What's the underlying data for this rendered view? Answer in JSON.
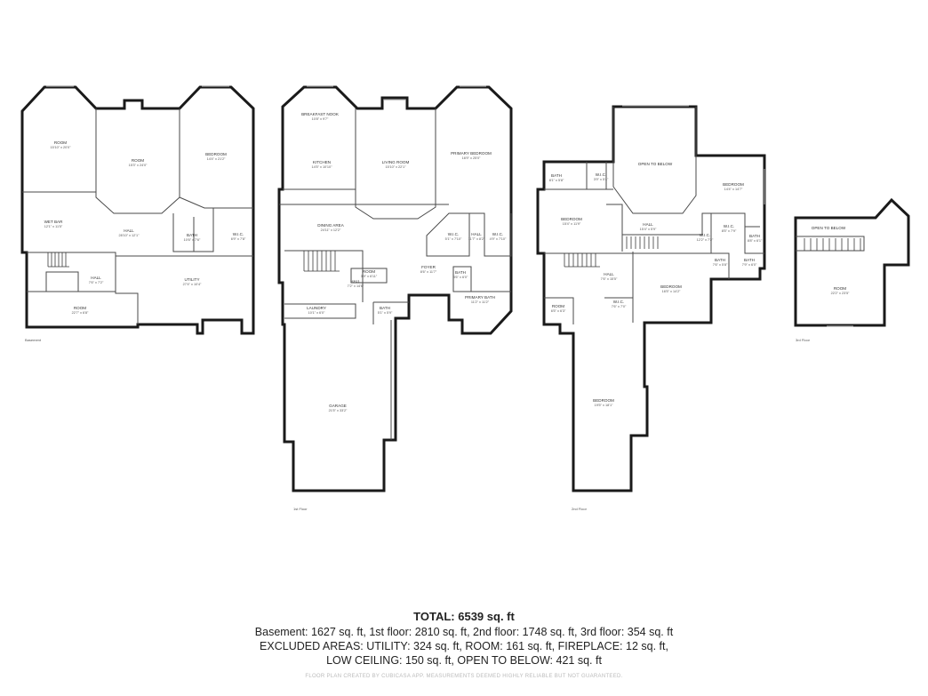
{
  "floors": [
    {
      "label": "Basement",
      "rooms": [
        {
          "name": "ROOM",
          "dims": "15'10\" x 20'0\""
        },
        {
          "name": "ROOM",
          "dims": "15'3\" x 24'0\""
        },
        {
          "name": "BEDROOM",
          "dims": "14'4\" x 21'2\""
        },
        {
          "name": "WET BAR",
          "dims": "12'1\" x 11'5\""
        },
        {
          "name": "HALL",
          "dims": "28'10\" x 12'1\""
        },
        {
          "name": "BATH",
          "dims": "10'6\" x 7'6\""
        },
        {
          "name": "W.I.C.",
          "dims": "6'9\" x 7'8\""
        },
        {
          "name": "HALL",
          "dims": "7'6\" x 7'2\""
        },
        {
          "name": "UTILITY",
          "dims": "27'4\" x 10'4\""
        },
        {
          "name": "ROOM",
          "dims": "22'7\" x 6'8\""
        }
      ]
    },
    {
      "label": "1st Floor",
      "rooms": [
        {
          "name": "BREAKFAST NOOK",
          "dims": "10'8\" x 9'7\""
        },
        {
          "name": "KITCHEN",
          "dims": "14'5\" x 10'10\""
        },
        {
          "name": "LIVING ROOM",
          "dims": "15'10\" x 22'1\""
        },
        {
          "name": "PRIMARY BEDROOM",
          "dims": "16'9\" x 25'0\""
        },
        {
          "name": "DINING AREA",
          "dims": "24'11\" x 12'2\""
        },
        {
          "name": "W.I.C.",
          "dims": "5'1\" x 7'10\""
        },
        {
          "name": "HALL",
          "dims": "11'7\" x 8'2\""
        },
        {
          "name": "W.I.C.",
          "dims": "4'9\" x 7'10\""
        },
        {
          "name": "ROOM",
          "dims": "3'9\" x 6'11\""
        },
        {
          "name": "FOYER",
          "dims": "8'6\" x 11'7\""
        },
        {
          "name": "HALL",
          "dims": "7'2\" x 14'6\""
        },
        {
          "name": "BATH",
          "dims": "3'6\" x 6'0\""
        },
        {
          "name": "PRIMARY BATH",
          "dims": "11'2\" x 11'2\""
        },
        {
          "name": "LAUNDRY",
          "dims": "10'1\" x 6'0\""
        },
        {
          "name": "BATH",
          "dims": "5'1\" x 5'9\""
        },
        {
          "name": "GARAGE",
          "dims": "21'5\" x 33'2\""
        }
      ]
    },
    {
      "label": "2nd Floor",
      "rooms": [
        {
          "name": "BATH",
          "dims": "8'1\" x 5'8\""
        },
        {
          "name": "W.I.C.",
          "dims": "3'9\" x 5'4\""
        },
        {
          "name": "OPEN TO BELOW",
          "dims": ""
        },
        {
          "name": "BEDROOM",
          "dims": "14'4\" x 14'7\""
        },
        {
          "name": "BEDROOM",
          "dims": "15'4\" x 11'9\""
        },
        {
          "name": "HALL",
          "dims": "15'4\" x 5'9\""
        },
        {
          "name": "W.I.C.",
          "dims": "12'2\" x 7'2\""
        },
        {
          "name": "W.I.C.",
          "dims": "8'5\" x 7'9\""
        },
        {
          "name": "BATH",
          "dims": "8'8\" x 6'1\""
        },
        {
          "name": "BATH",
          "dims": "7'6\" x 5'8\""
        },
        {
          "name": "BATH",
          "dims": "7'9\" x 6'0\""
        },
        {
          "name": "HALL",
          "dims": "7'6\" x 15'5\""
        },
        {
          "name": "BEDROOM",
          "dims": "16'5\" x 14'2\""
        },
        {
          "name": "ROOM",
          "dims": "6'5\" x 6'3\""
        },
        {
          "name": "W.I.C.",
          "dims": "7'6\" x 7'0\""
        },
        {
          "name": "BEDROOM",
          "dims": "19'5\" x 18'1\""
        }
      ]
    },
    {
      "label": "3rd Floor",
      "rooms": [
        {
          "name": "OPEN TO BELOW",
          "dims": ""
        },
        {
          "name": "ROOM",
          "dims": "22'2\" x 23'5\""
        }
      ]
    }
  ],
  "summary": {
    "total": "TOTAL: 6539 sq. ft",
    "line1": "Basement: 1627 sq. ft, 1st floor: 2810 sq. ft, 2nd floor: 1748 sq. ft, 3rd floor: 354 sq. ft",
    "line2": "EXCLUDED AREAS: UTILITY: 324 sq. ft, ROOM: 161 sq. ft, FIREPLACE: 12 sq. ft,",
    "line3": "LOW CEILING: 150 sq. ft, OPEN TO BELOW: 421 sq. ft"
  },
  "footer": "FLOOR PLAN CREATED BY CUBICASA APP. MEASUREMENTS DEEMED HIGHLY RELIABLE BUT NOT GUARANTEED."
}
